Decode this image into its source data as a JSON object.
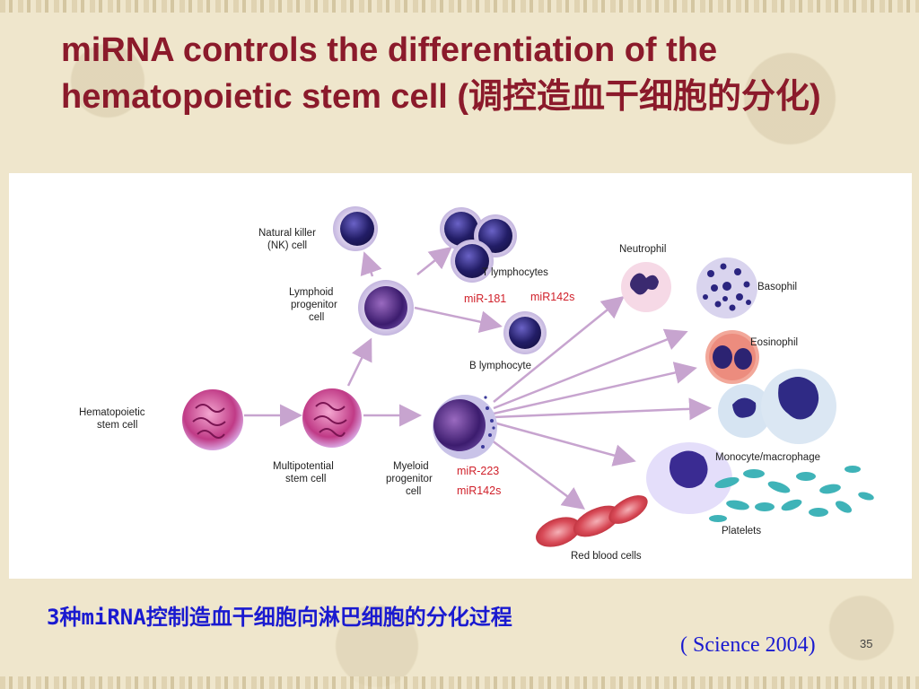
{
  "slide": {
    "title": "miRNA controls the differentiation of the hematopoietic stem cell (调控造血干细胞的分化)",
    "caption": "3种miRNA控制造血干细胞向淋巴细胞的分化过程",
    "citation": "( Science 2004)",
    "page_number": "35"
  },
  "diagram": {
    "labels": {
      "nk": [
        "Natural killer",
        "(NK) cell"
      ],
      "t": "T lymphocytes",
      "lymphoid": [
        "Lymphoid",
        "progenitor",
        "cell"
      ],
      "b": "B lymphocyte",
      "hsc": [
        "Hematopoietic",
        "stem cell"
      ],
      "multipotential": [
        "Multipotential",
        "stem cell"
      ],
      "myeloid": [
        "Myeloid",
        "progenitor",
        "cell"
      ],
      "neutrophil": "Neutrophil",
      "basophil": "Basophil",
      "eosinophil": "Eosinophil",
      "monocyte": "Monocyte/macrophage",
      "platelets": "Platelets",
      "rbc": "Red blood cells"
    },
    "mirnas": {
      "lymphoid_a": "miR-181",
      "lymphoid_b": "miR142s",
      "myeloid_a": "miR-223",
      "myeloid_b": "miR142s"
    }
  }
}
